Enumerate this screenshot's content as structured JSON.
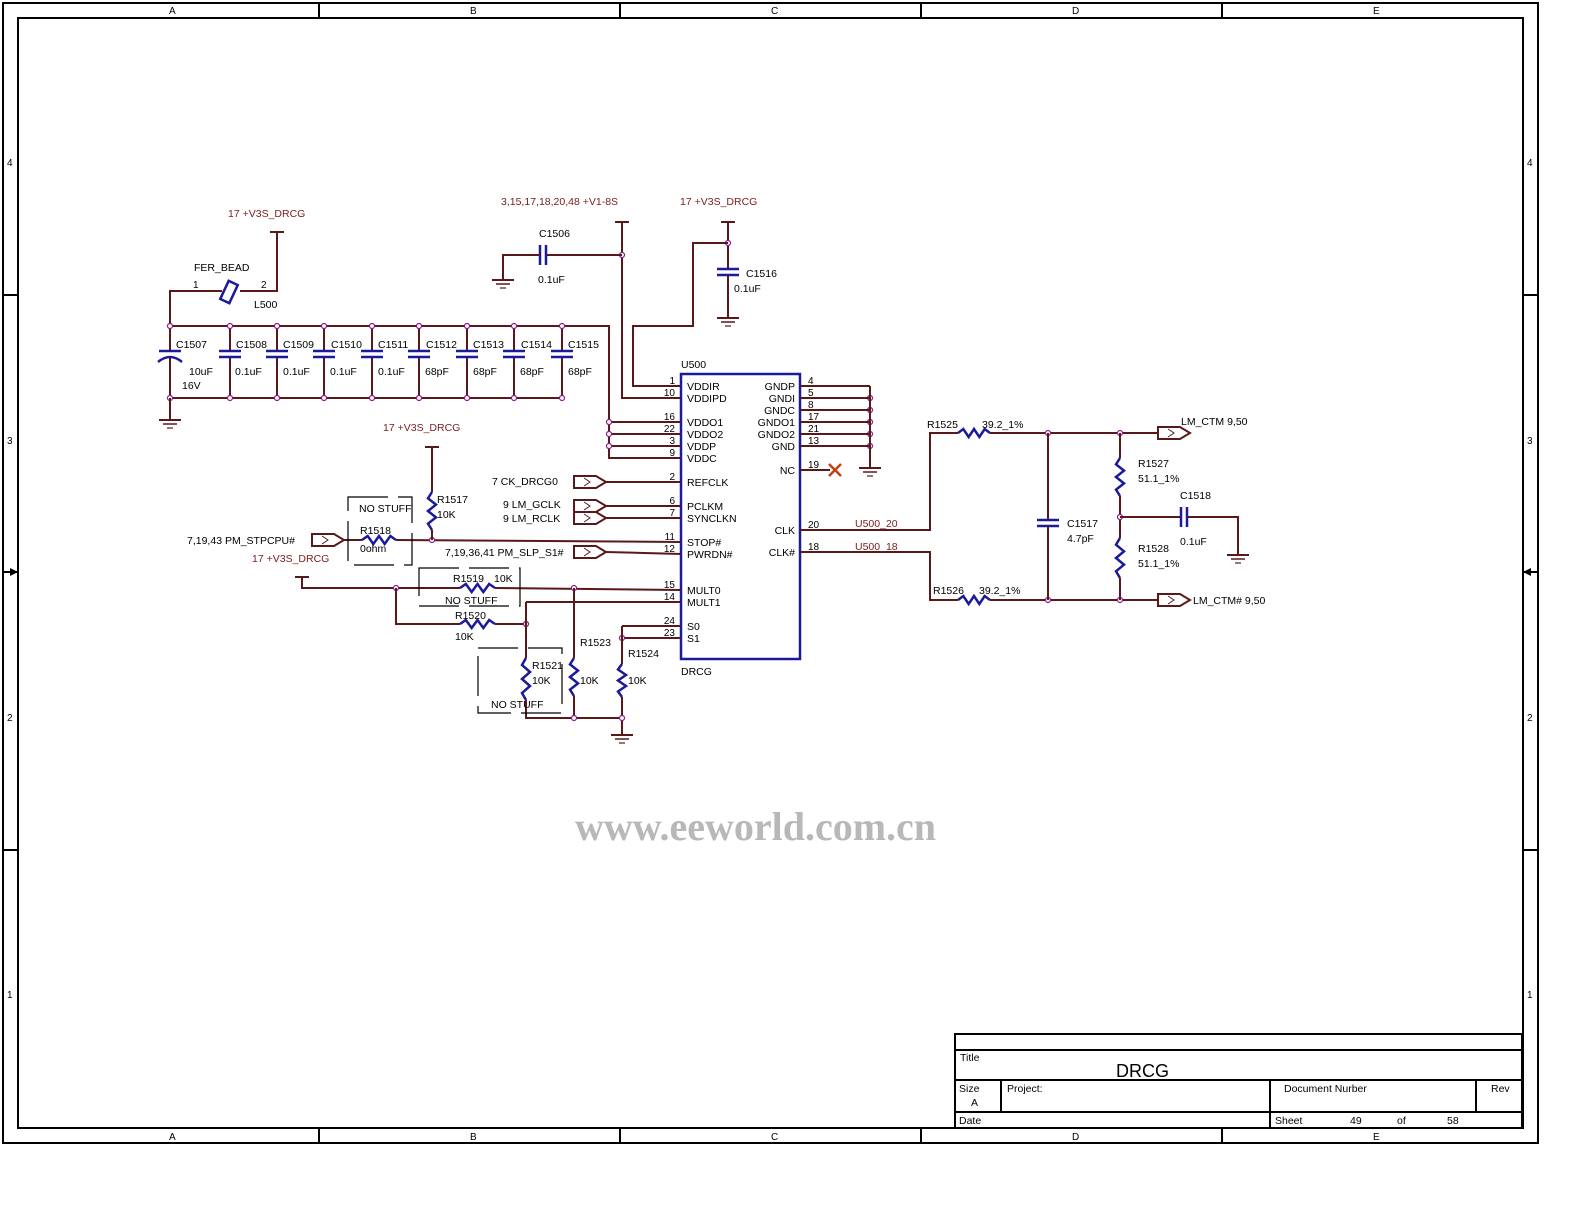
{
  "frame": {
    "columns": [
      "A",
      "B",
      "C",
      "D",
      "E"
    ],
    "rows": [
      "4",
      "3",
      "2",
      "1"
    ]
  },
  "colors": {
    "wire": "#5a1818",
    "component": "#1a1a9a",
    "junction": "#8a1a8a",
    "net_label": "#7a2020"
  },
  "power": {
    "v3s_1": "17  +V3S_DRCG",
    "v18": "3,15,17,18,20,48   +V1-8S",
    "v3s_2": "17  +V3S_DRCG",
    "v3s_3": "17  +V3S_DRCG",
    "v3s_4": "17  +V3S_DRCG"
  },
  "bead": {
    "type": "FER_BEAD",
    "ref": "L500",
    "pin1": "1",
    "pin2": "2"
  },
  "caps": [
    {
      "ref": "C1507",
      "value": "10uF",
      "rating": "16V"
    },
    {
      "ref": "C1508",
      "value": "0.1uF"
    },
    {
      "ref": "C1509",
      "value": "0.1uF"
    },
    {
      "ref": "C1510",
      "value": "0.1uF"
    },
    {
      "ref": "C1511",
      "value": "0.1uF"
    },
    {
      "ref": "C1512",
      "value": "68pF"
    },
    {
      "ref": "C1513",
      "value": "68pF"
    },
    {
      "ref": "C1514",
      "value": "68pF"
    },
    {
      "ref": "C1515",
      "value": "68pF"
    },
    {
      "ref": "C1506",
      "value": "0.1uF"
    },
    {
      "ref": "C1516",
      "value": "0.1uF"
    },
    {
      "ref": "C1517",
      "value": "4.7pF"
    },
    {
      "ref": "C1518",
      "value": "0.1uF"
    }
  ],
  "resistors": [
    {
      "ref": "R1517",
      "value": "10K"
    },
    {
      "ref": "R1518",
      "value": "0ohm"
    },
    {
      "ref": "R1519",
      "value": "10K"
    },
    {
      "ref": "R1520",
      "value": "10K"
    },
    {
      "ref": "R1521",
      "value": "10K"
    },
    {
      "ref": "R1523",
      "value": "10K"
    },
    {
      "ref": "R1524",
      "value": "10K"
    },
    {
      "ref": "R1525",
      "value": "39.2_1%"
    },
    {
      "ref": "R1526",
      "value": "39.2_1%"
    },
    {
      "ref": "R1527",
      "value": "51.1_1%"
    },
    {
      "ref": "R1528",
      "value": "51.1_1%"
    }
  ],
  "no_stuff": "NO STUFF",
  "ic": {
    "ref": "U500",
    "part": "DRCG",
    "left_pins": [
      {
        "num": "1",
        "name": "VDDIR"
      },
      {
        "num": "10",
        "name": "VDDIPD"
      },
      {
        "num": "16",
        "name": "VDDO1"
      },
      {
        "num": "22",
        "name": "VDDO2"
      },
      {
        "num": "3",
        "name": "VDDP"
      },
      {
        "num": "9",
        "name": "VDDC"
      },
      {
        "num": "2",
        "name": "REFCLK"
      },
      {
        "num": "6",
        "name": "PCLKM"
      },
      {
        "num": "7",
        "name": "SYNCLKN"
      },
      {
        "num": "11",
        "name": "STOP#"
      },
      {
        "num": "12",
        "name": "PWRDN#"
      },
      {
        "num": "15",
        "name": "MULT0"
      },
      {
        "num": "14",
        "name": "MULT1"
      },
      {
        "num": "24",
        "name": "S0"
      },
      {
        "num": "23",
        "name": "S1"
      }
    ],
    "right_pins": [
      {
        "num": "4",
        "name": "GNDP"
      },
      {
        "num": "5",
        "name": "GNDI"
      },
      {
        "num": "8",
        "name": "GNDC"
      },
      {
        "num": "17",
        "name": "GNDO1"
      },
      {
        "num": "21",
        "name": "GNDO2"
      },
      {
        "num": "13",
        "name": "GND"
      },
      {
        "num": "19",
        "name": "NC"
      },
      {
        "num": "20",
        "name": "CLK"
      },
      {
        "num": "18",
        "name": "CLK#"
      }
    ]
  },
  "nets": {
    "ck_drcg0": "7  CK_DRCG0",
    "lm_gclk": "9  LM_GCLK",
    "lm_rclk": "9  LM_RCLK",
    "pm_stpcpu": "7,19,43   PM_STPCPU#",
    "pm_slp_s1": "7,19,36,41   PM_SLP_S1#",
    "u500_20": "U500_20",
    "u500_18": "U500_18",
    "lm_ctm": "LM_CTM  9,50",
    "lm_ctm_n": "LM_CTM#  9,50"
  },
  "watermark": "www.eeworld.com.cn",
  "title_block": {
    "title_label": "Title",
    "title": "DRCG",
    "size_label": "Size",
    "size": "A",
    "project_label": "Project:",
    "docnum_label": "Document Nurber",
    "rev_label": "Rev",
    "date_label": "Date",
    "sheet_label": "Sheet",
    "sheet": "49",
    "of_label": "of",
    "total": "58"
  }
}
